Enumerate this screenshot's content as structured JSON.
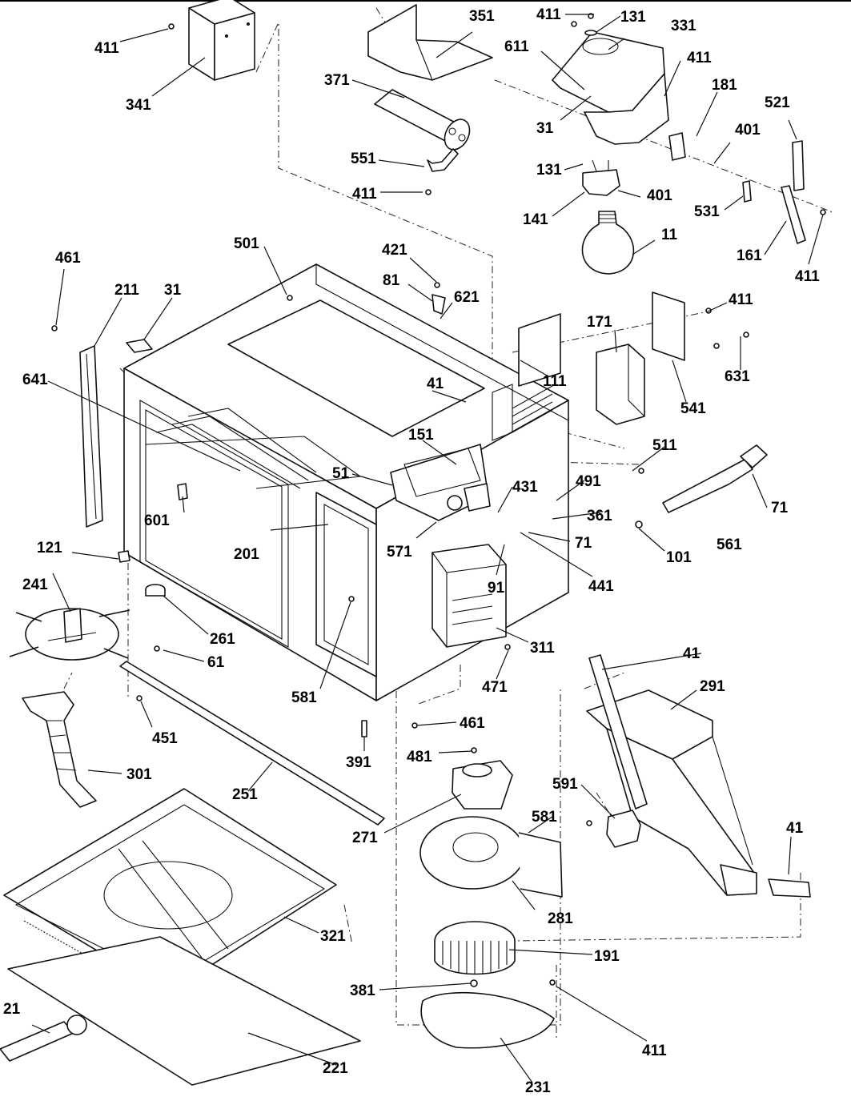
{
  "callouts": {
    "c411_tl": "411",
    "c341": "341",
    "c351": "351",
    "c371": "371",
    "c551": "551",
    "c411_mid": "411",
    "c411_top": "411",
    "c131_top": "131",
    "c331": "331",
    "c611": "611",
    "c411_r": "411",
    "c31_top": "31",
    "c181": "181",
    "c521": "521",
    "c401_a": "401",
    "c131_b": "131",
    "c401_b": "401",
    "c141": "141",
    "c531": "531",
    "c11": "11",
    "c161": "161",
    "c411_fr": "411",
    "c461_l": "461",
    "c211": "211",
    "c31_l": "31",
    "c501": "501",
    "c421": "421",
    "c81": "81",
    "c621": "621",
    "c411_side": "411",
    "c171": "171",
    "c111": "111",
    "c631": "631",
    "c41_top": "41",
    "c641": "641",
    "c151": "151",
    "c541": "541",
    "c51": "51",
    "c511": "511",
    "c431": "431",
    "c491": "491",
    "c601": "601",
    "c361": "361",
    "c71_r": "71",
    "c71_fr": "71",
    "c561": "561",
    "c201": "201",
    "c571": "571",
    "c101": "101",
    "c121": "121",
    "c91": "91",
    "c441": "441",
    "c241": "241",
    "c261": "261",
    "c61": "61",
    "c311": "311",
    "c41_right": "41",
    "c581_a": "581",
    "c471": "471",
    "c291": "291",
    "c461_b": "461",
    "c451": "451",
    "c391": "391",
    "c481": "481",
    "c301": "301",
    "c591": "591",
    "c251": "251",
    "c581_b": "581",
    "c41_br": "41",
    "c271": "271",
    "c321": "321",
    "c281": "281",
    "c191": "191",
    "c381": "381",
    "c21": "21",
    "c411_bot": "411",
    "c221": "221",
    "c231": "231"
  }
}
